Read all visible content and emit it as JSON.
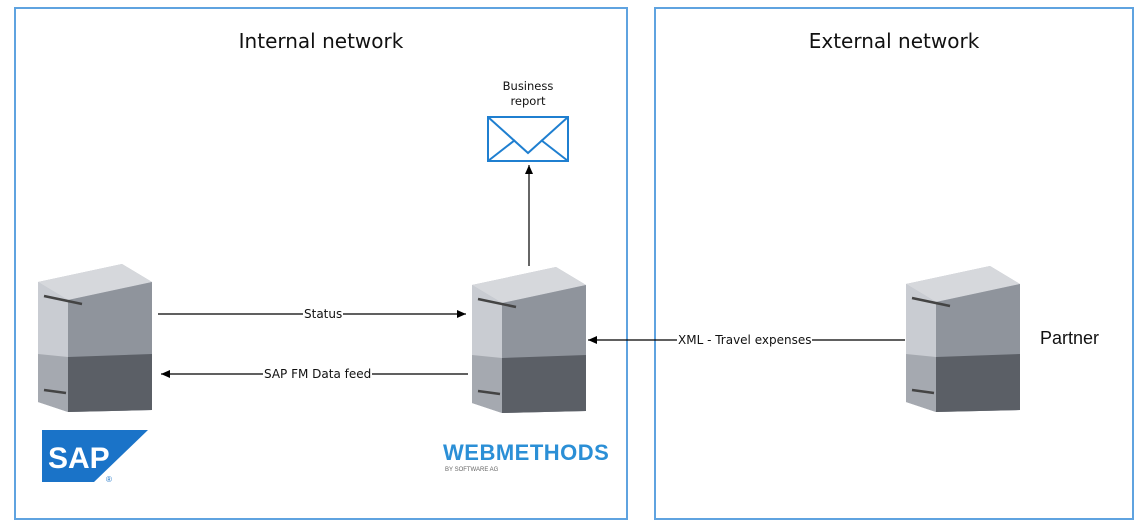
{
  "panels": {
    "internal": {
      "title": "Internal network"
    },
    "external": {
      "title": "External network"
    }
  },
  "nodes": {
    "email": {
      "caption_line1": "Business",
      "caption_line2": "report",
      "icon": "envelope-icon"
    },
    "sap_server": {
      "icon": "server-icon"
    },
    "webmethods_server": {
      "icon": "server-icon"
    },
    "partner_server": {
      "icon": "server-icon",
      "label": "Partner"
    }
  },
  "edges": {
    "status": "Status",
    "sap_feed": "SAP FM Data feed",
    "xml": "XML - Travel expenses"
  },
  "logos": {
    "sap": {
      "text": "SAP",
      "registered": "®",
      "color": "#1a73c8"
    },
    "webmethods": {
      "text": "WEBMETHODS",
      "subtitle": "BY SOFTWARE AG",
      "color": "#2b8fd6"
    }
  },
  "colors": {
    "panel_border": "#5fa3e0",
    "envelope": "#1f7fd0",
    "edge": "#000000"
  }
}
